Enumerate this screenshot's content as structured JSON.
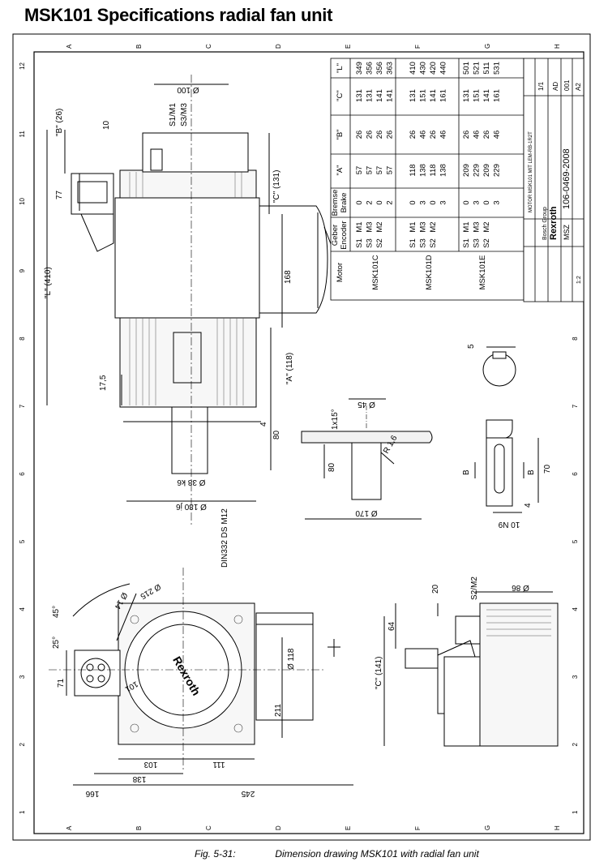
{
  "title": "MSK101 Specifications radial fan unit",
  "caption": {
    "fig": "Fig. 5-31:",
    "text": "Dimension drawing MSK101 with radial fan unit"
  },
  "frame": {
    "col_letters": [
      "A",
      "B",
      "C",
      "D",
      "E",
      "F",
      "G",
      "H"
    ],
    "row_numbers": [
      "1",
      "2",
      "3",
      "4",
      "5",
      "6",
      "7",
      "8",
      "9",
      "10",
      "11",
      "12"
    ]
  },
  "top_view": {
    "dims": {
      "d100": "Ø 100",
      "s1m1": "S1/M1",
      "s3m3": "S3/M3",
      "b26": "\"B\" (26)",
      "d10": "10",
      "d77": "77",
      "l410": "\"L\" (410)",
      "c131": "\"C\" (131)",
      "d168": "168",
      "a118": "\"A\" (118)",
      "d17_5": "17,5",
      "d4": "4",
      "d80": "80",
      "d38k6": "Ø 38 k6",
      "d180j6": "Ø 180 j6",
      "din": "DIN332 DS M12"
    }
  },
  "flange_detail": {
    "dims": {
      "d45": "Ø 45",
      "chamfer": "1x15°",
      "r1": "R 1,6",
      "d80": "80",
      "d170": "Ø 170"
    }
  },
  "key_detail": {
    "dims": {
      "d5": "5",
      "b1": "B",
      "b2": "B",
      "d70": "70",
      "d4": "4",
      "n9": "10 N9"
    }
  },
  "front_view": {
    "brand": "Rexroth",
    "dims": {
      "d215": "Ø 215",
      "d14": "Ø 14",
      "a45": "45°",
      "a25": "25°",
      "d71": "71",
      "d101": "101",
      "d118": "Ø 118",
      "d211": "211",
      "d103": "103",
      "d111": "111",
      "d138": "138",
      "d166": "166",
      "d245": "245"
    }
  },
  "side_view": {
    "dims": {
      "d20": "20",
      "s2m2": "S2/M2",
      "d86": "Ø 86",
      "d64": "64",
      "c141": "\"C\" (141)"
    }
  },
  "table": {
    "headers": [
      "Motor",
      "Geber\nEncoder",
      "Bremse\nBrake",
      "\"A\"",
      "\"B\"",
      "\"C\"",
      "\"L\""
    ],
    "groups": [
      {
        "motor": "MSK101C",
        "rows": [
          [
            "S1",
            "M1",
            "0",
            "57",
            "26",
            "131",
            "349"
          ],
          [
            "S3",
            "M3",
            "2",
            "57",
            "26",
            "131",
            "356"
          ],
          [
            "S2",
            "M2",
            "0",
            "57",
            "26",
            "141",
            "356"
          ],
          [
            "",
            "",
            "2",
            "57",
            "26",
            "141",
            "363"
          ]
        ]
      },
      {
        "motor": "MSK101D",
        "rows": [
          [
            "S1",
            "M1",
            "0",
            "118",
            "26",
            "131",
            "410"
          ],
          [
            "S3",
            "M3",
            "3",
            "138",
            "46",
            "151",
            "430"
          ],
          [
            "S2",
            "M2",
            "0",
            "118",
            "26",
            "141",
            "420"
          ],
          [
            "",
            "",
            "3",
            "138",
            "46",
            "161",
            "440"
          ]
        ]
      },
      {
        "motor": "MSK101E",
        "rows": [
          [
            "S1",
            "M1",
            "0",
            "209",
            "26",
            "131",
            "501"
          ],
          [
            "S3",
            "M3",
            "3",
            "229",
            "46",
            "151",
            "521"
          ],
          [
            "S2",
            "M2",
            "0",
            "209",
            "26",
            "141",
            "511"
          ],
          [
            "",
            "",
            "3",
            "229",
            "46",
            "161",
            "531"
          ]
        ]
      }
    ]
  },
  "title_block": {
    "brand": "Rexroth",
    "group": "Bosch Group",
    "drawing_no": "106-0469-2008",
    "type": "MSZ",
    "scale": "1:2",
    "sheet": "1/1",
    "format": "A2",
    "rev": "001",
    "description": "MOTOR MSK101 MIT LEM-RB-1R2T",
    "idx": "AD"
  }
}
